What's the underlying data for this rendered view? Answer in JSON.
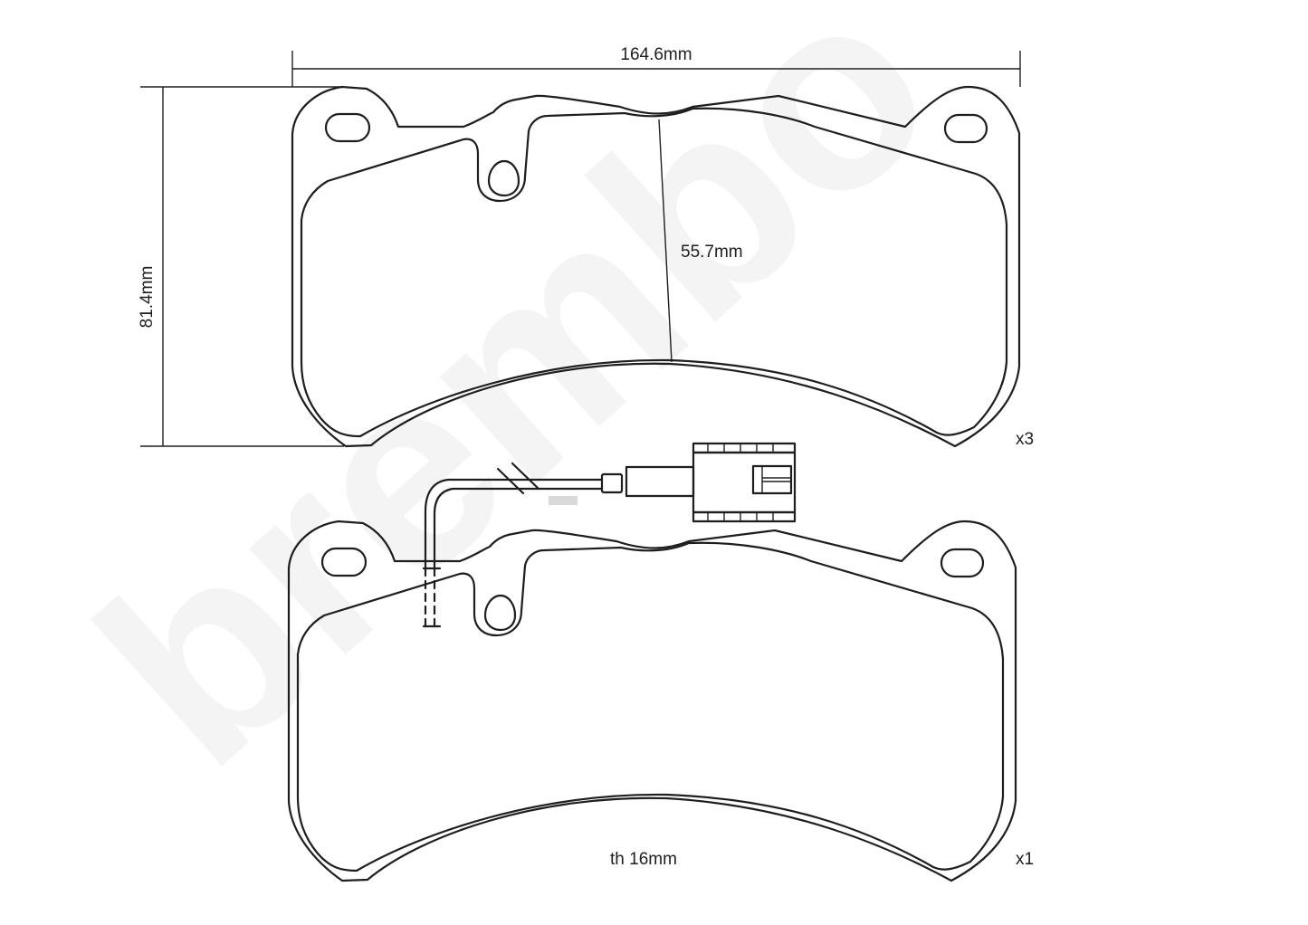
{
  "dimensions": {
    "width_label": "164.6mm",
    "height_label": "81.4mm",
    "friction_height_label": "55.7mm",
    "thickness_label": "th 16mm"
  },
  "quantities": {
    "upper_pad": "x3",
    "lower_pad": "x1"
  },
  "watermark": {
    "text": "brembo"
  }
}
